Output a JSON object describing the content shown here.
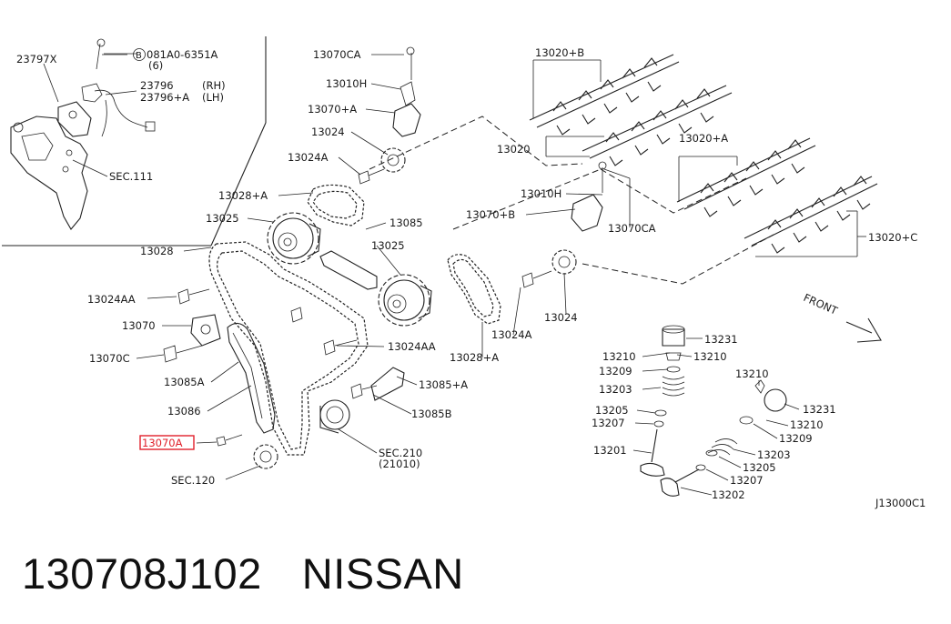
{
  "diagram": {
    "inset_labels": {
      "l23797x": "23797X",
      "bolt_spec_b": "B",
      "bolt_spec": "081A0-6351A",
      "bolt_qty": "(6)",
      "l23796": "23796",
      "rh": "(RH)",
      "l23796a": "23796+A",
      "lh": "(LH)",
      "sec111": "SEC.111"
    },
    "labels": {
      "l13070ca_top": "13070CA",
      "l13010h_top": "13010H",
      "l13070a_top": "13070+A",
      "l13024": "13024",
      "l13024a": "13024A",
      "l13028a": "13028+A",
      "l13025_left": "13025",
      "l13085": "13085",
      "l13028": "13028",
      "l13025_right": "13025",
      "l13024aa_left": "13024AA",
      "l13070": "13070",
      "l13070c": "13070C",
      "l13085a": "13085A",
      "l13024aa_right": "13024AA",
      "l13086": "13086",
      "l13070a_box": "13070A",
      "sec120": "SEC.120",
      "sec210": "SEC.210",
      "sec210_sub": "(21010)",
      "l13085_a": "13085+A",
      "l13085b": "13085B",
      "l13028_a": "13028+A",
      "l13024a_mid": "13024A",
      "l13024_mid": "13024",
      "l13020b": "13020+B",
      "l13020": "13020",
      "l13010h_mid": "13010H",
      "l13070b": "13070+B",
      "l13070ca_mid": "13070CA",
      "l13020a": "13020+A",
      "l13020c": "13020+C",
      "front": "FRONT",
      "l13231_a": "13231",
      "l13210_a": "13210",
      "l13210_b": "13210",
      "l13209_a": "13209",
      "l13203_a": "13203",
      "l13205_a": "13205",
      "l13207_a": "13207",
      "l13201": "13201",
      "l13210_c": "13210",
      "l13231_b": "13231",
      "l13210_d": "13210",
      "l13209_b": "13209",
      "l13203_b": "13203",
      "l13205_b": "13205",
      "l13207_b": "13207",
      "l13202": "13202",
      "diagram_code": "J13000C1"
    },
    "highlight_color": "#e0202a"
  },
  "footer": {
    "part_number": "130708J102",
    "brand": "NISSAN"
  }
}
